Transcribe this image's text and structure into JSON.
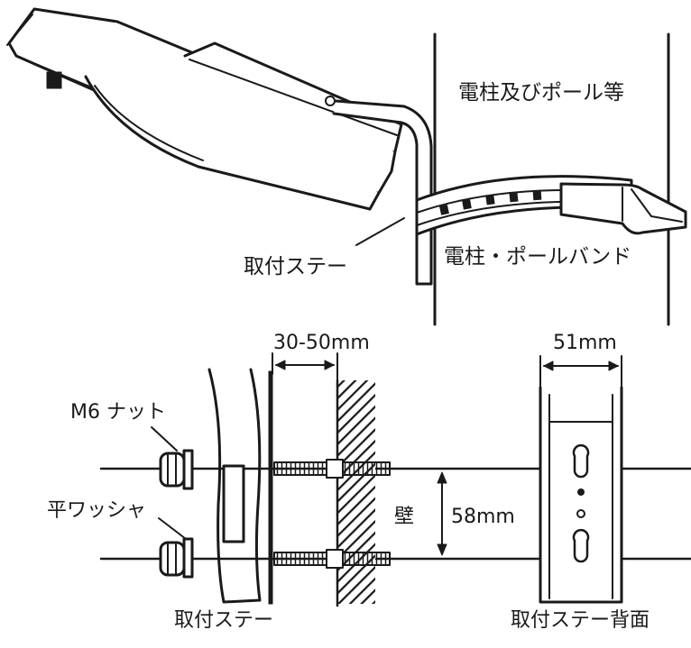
{
  "labels": {
    "pole": "電柱及びポール等",
    "pole_band": "電柱・ポールバンド",
    "mounting_stay_top": "取付ステー",
    "gap_dimension": "30-50mm",
    "width_dimension": "51mm",
    "nut": "M6 ナット",
    "washer": "平ワッシャ",
    "wall": "壁",
    "height_dimension": "58mm",
    "mounting_stay_bottom": "取付ステー",
    "mounting_stay_back": "取付ステー背面"
  },
  "colors": {
    "line": "#1a1a1a",
    "background": "#ffffff"
  }
}
